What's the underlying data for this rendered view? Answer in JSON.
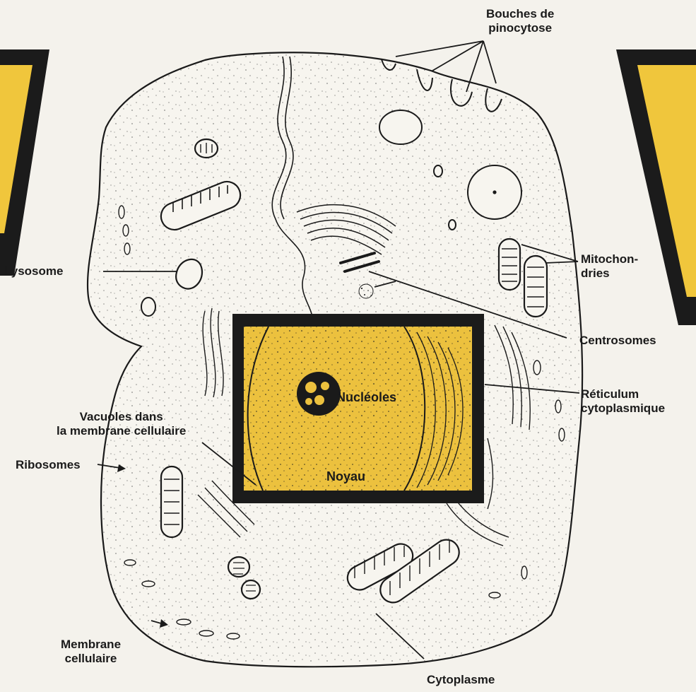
{
  "labels": {
    "bouches_line1": "Bouches de",
    "bouches_line2": "pinocytose",
    "mitochondries_line1": "Mitochon-",
    "mitochondries_line2": "dries",
    "lysosome": "Lysosome",
    "centrosomes": "Centrosomes",
    "reticulum_line1": "Réticulum",
    "reticulum_line2": "cytoplasmique",
    "nucleoles": "Nucléoles",
    "noyau": "Noyau",
    "vacuoles_line1": "Vacuoles dans",
    "vacuoles_line2": "la membrane cellulaire",
    "ribosomes": "Ribosomes",
    "membrane_line1": "Membrane",
    "membrane_line2": "cellulaire",
    "cytoplasme": "Cytoplasme"
  },
  "colors": {
    "background": "#f4f2ec",
    "panel_yellow": "#f0c63c",
    "nucleus_yellow": "#ecc13e",
    "ink": "#1a1a1a",
    "frame": "#1b1b1b"
  }
}
